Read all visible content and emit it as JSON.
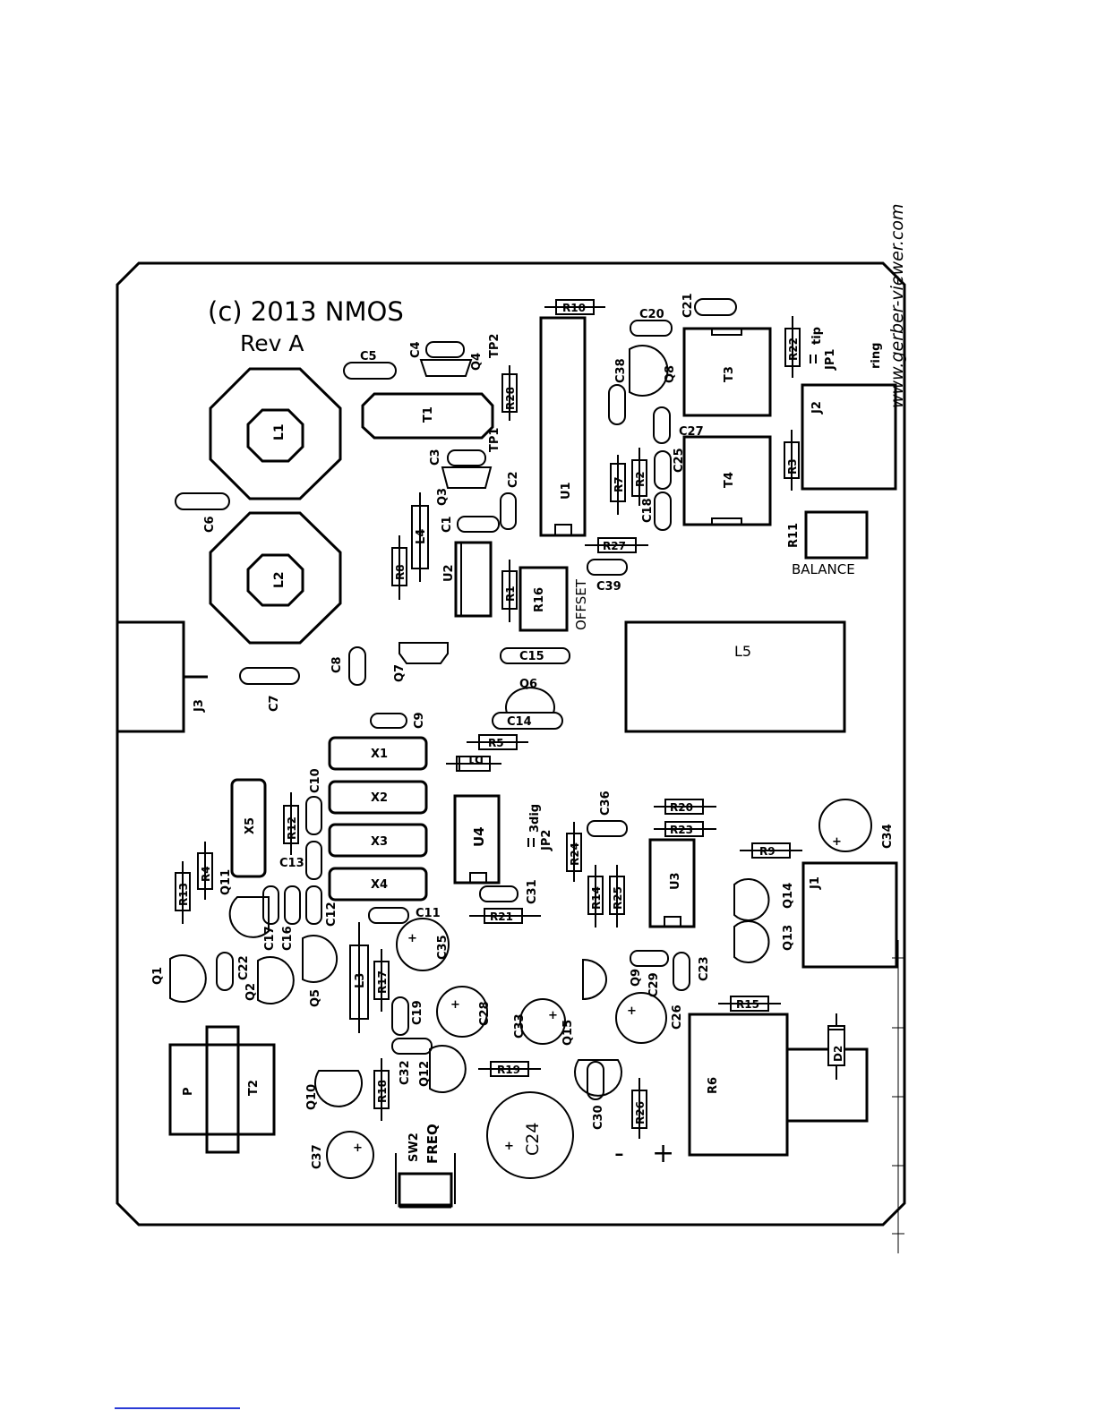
{
  "header": {
    "copyright": "(c) 2013 NMOS",
    "revision": "Rev A"
  },
  "watermark": "www.gerber-viewer.com",
  "labels": {
    "R10": "R10",
    "C20": "C20",
    "C21": "C21",
    "R22": "R22",
    "tip": "tip",
    "JP1": "JP1",
    "ring": "ring",
    "C4": "C4",
    "Q4": "Q4",
    "TP2": "TP2",
    "C5": "C5",
    "C38": "C38",
    "Q8": "Q8",
    "T3": "T3",
    "R28": "R28",
    "T1": "T1",
    "L1": "L1",
    "TP1": "TP1",
    "C27": "C27",
    "J2": "J2",
    "C3": "C3",
    "U1": "U1",
    "R7": "R7",
    "R2": "R2",
    "C25": "C25",
    "R3": "R3",
    "T4": "T4",
    "C18": "C18",
    "C2": "C2",
    "Q3": "Q3",
    "C1": "C1",
    "C6": "C6",
    "R27": "R27",
    "R11": "R11",
    "BALANCE": "BALANCE",
    "L4": "L4",
    "R8": "R8",
    "U2": "U2",
    "R1": "R1",
    "R16": "R16",
    "OFFSET": "OFFSET",
    "C39": "C39",
    "L2": "L2",
    "L5": "L5",
    "C15": "C15",
    "Q7": "Q7",
    "C8": "C8",
    "C7": "C7",
    "J3": "J3",
    "Q6": "Q6",
    "C14": "C14",
    "C9": "C9",
    "R5": "R5",
    "X1": "X1",
    "D1": "D1",
    "C10": "C10",
    "X2": "X2",
    "X5": "X5",
    "R12": "R12",
    "U4": "U4",
    "3dig": "3dig",
    "JP2": "JP2",
    "C36": "C36",
    "R20": "R20",
    "R23": "R23",
    "X3": "X3",
    "R24": "R24",
    "R9": "R9",
    "C34": "C34",
    "C13": "C13",
    "R4": "R4",
    "R13": "R13",
    "X4": "X4",
    "U3": "U3",
    "R14": "R14",
    "R25": "R25",
    "J1": "J1",
    "Q14": "Q14",
    "C31": "C31",
    "R21": "R21",
    "Q11": "Q11",
    "C12": "C12",
    "C11": "C11",
    "C17": "C17",
    "C16": "C16",
    "C35": "C35",
    "Q13": "Q13",
    "Q1": "Q1",
    "C22": "C22",
    "Q2": "Q2",
    "Q5": "Q5",
    "L3": "L3",
    "R17": "R17",
    "C29": "C29",
    "C23": "C23",
    "Q9": "Q9",
    "R15": "R15",
    "C19": "C19",
    "C28": "C28",
    "C33": "C33",
    "Q15": "Q15",
    "C26": "C26",
    "D2": "D2",
    "P": "P",
    "T2": "T2",
    "Q10": "Q10",
    "R18": "R18",
    "C32": "C32",
    "Q12": "Q12",
    "R19": "R19",
    "C30": "C30",
    "R26": "R26",
    "R6": "R6",
    "C37": "C37",
    "SW2": "SW2",
    "FREQ": "FREQ",
    "C24": "C24"
  },
  "polarity": {
    "minus": "-",
    "plus": "+"
  }
}
